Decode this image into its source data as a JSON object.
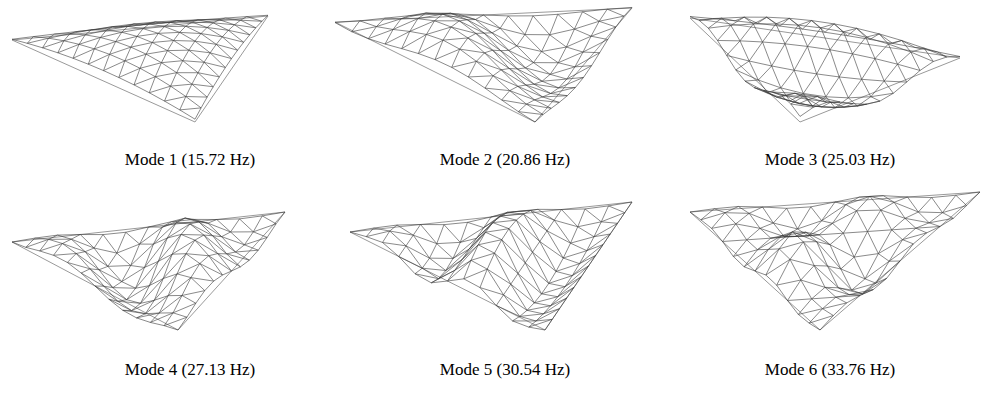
{
  "diagram": {
    "labels": [
      "Mode 1 (15.72 Hz)",
      "Mode 2 (20.86 Hz)",
      "Mode 3 (25.03 Hz)",
      "Mode 4 (27.13 Hz)",
      "Mode 5 (30.54 Hz)",
      "Mode 6 (33.76 Hz)"
    ]
  }
}
